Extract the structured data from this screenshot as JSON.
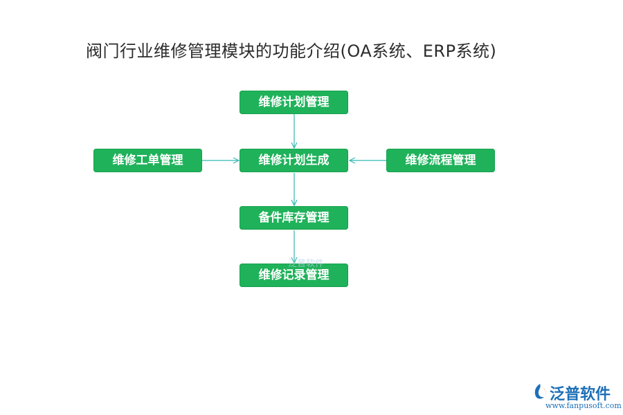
{
  "title": "阀门行业维修管理模块的功能介绍(OA系统、ERP系统)",
  "nodes": {
    "plan": "维修计划管理",
    "generate": "维修计划生成",
    "work_order": "维修工单管理",
    "process": "维修流程管理",
    "spare_parts": "备件库存管理",
    "record": "维修记录管理"
  },
  "edges": [
    {
      "from": "维修计划管理",
      "to": "维修计划生成"
    },
    {
      "from": "维修工单管理",
      "to": "维修计划生成"
    },
    {
      "from": "维修流程管理",
      "to": "维修计划生成"
    },
    {
      "from": "维修计划生成",
      "to": "备件库存管理"
    },
    {
      "from": "备件库存管理",
      "to": "维修记录管理"
    }
  ],
  "watermark": "泛普软件",
  "brand": {
    "name": "泛普软件",
    "url": "www.fanpusoft.com"
  },
  "colors": {
    "node_fill": "#1fb25a",
    "connector": "#33b8b0",
    "brand": "#1d6fb8"
  }
}
